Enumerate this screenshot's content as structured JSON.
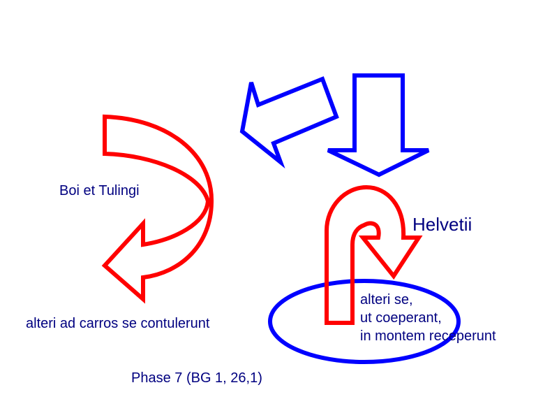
{
  "colors": {
    "text": "#000080",
    "red_arrow": "#ff0000",
    "blue_arrow": "#0000ff",
    "blue_ellipse": "#0000ff",
    "background": "#ffffff"
  },
  "labels": {
    "boi": "Boi et Tulingi",
    "carros": "alteri ad carros se contulerunt",
    "helvetii": "Helvetii",
    "alteri": {
      "line1": "alteri se,",
      "line2": "ut coeperant,",
      "line3": "in montem receperunt"
    },
    "phase": "Phase 7 (BG 1, 26,1)"
  },
  "icons": [
    "red-curved-left-arrow",
    "blue-left-arrow",
    "blue-down-arrow",
    "red-u-turn-arrow",
    "blue-ellipse"
  ]
}
